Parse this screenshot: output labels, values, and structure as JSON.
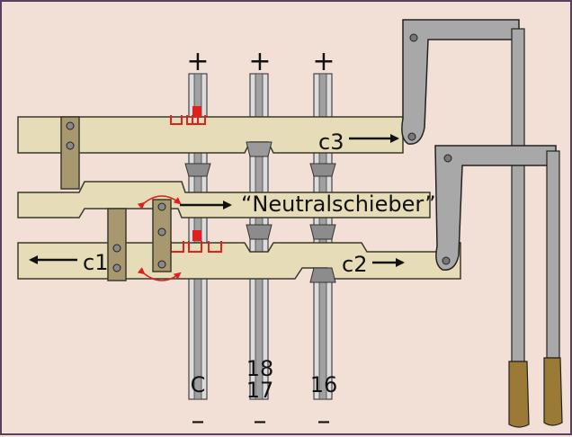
{
  "colors": {
    "background": "#f2dfd5",
    "frame": "#5a4060",
    "slider": "#e6dcb8",
    "slider_stroke": "#3a3a2a",
    "bar": "#a89870",
    "rod_outer": "#dcdcdc",
    "rod_inner": "#a0a0a0",
    "cone": "#8c8c8c",
    "marker": "#e02020",
    "handle": "#9a7a35",
    "lever": "#a8a8a8"
  },
  "rods": [
    {
      "plus": "+",
      "minus": "–",
      "label_top": "",
      "label_bottom": "C"
    },
    {
      "plus": "+",
      "minus": "–",
      "label_top": "18",
      "label_bottom": "17"
    },
    {
      "plus": "+",
      "minus": "–",
      "label_top": "",
      "label_bottom": "16"
    }
  ],
  "labels": {
    "c1": "c1",
    "c2": "c2",
    "c3": "c3",
    "neutral": "“Neutralschieber”"
  }
}
